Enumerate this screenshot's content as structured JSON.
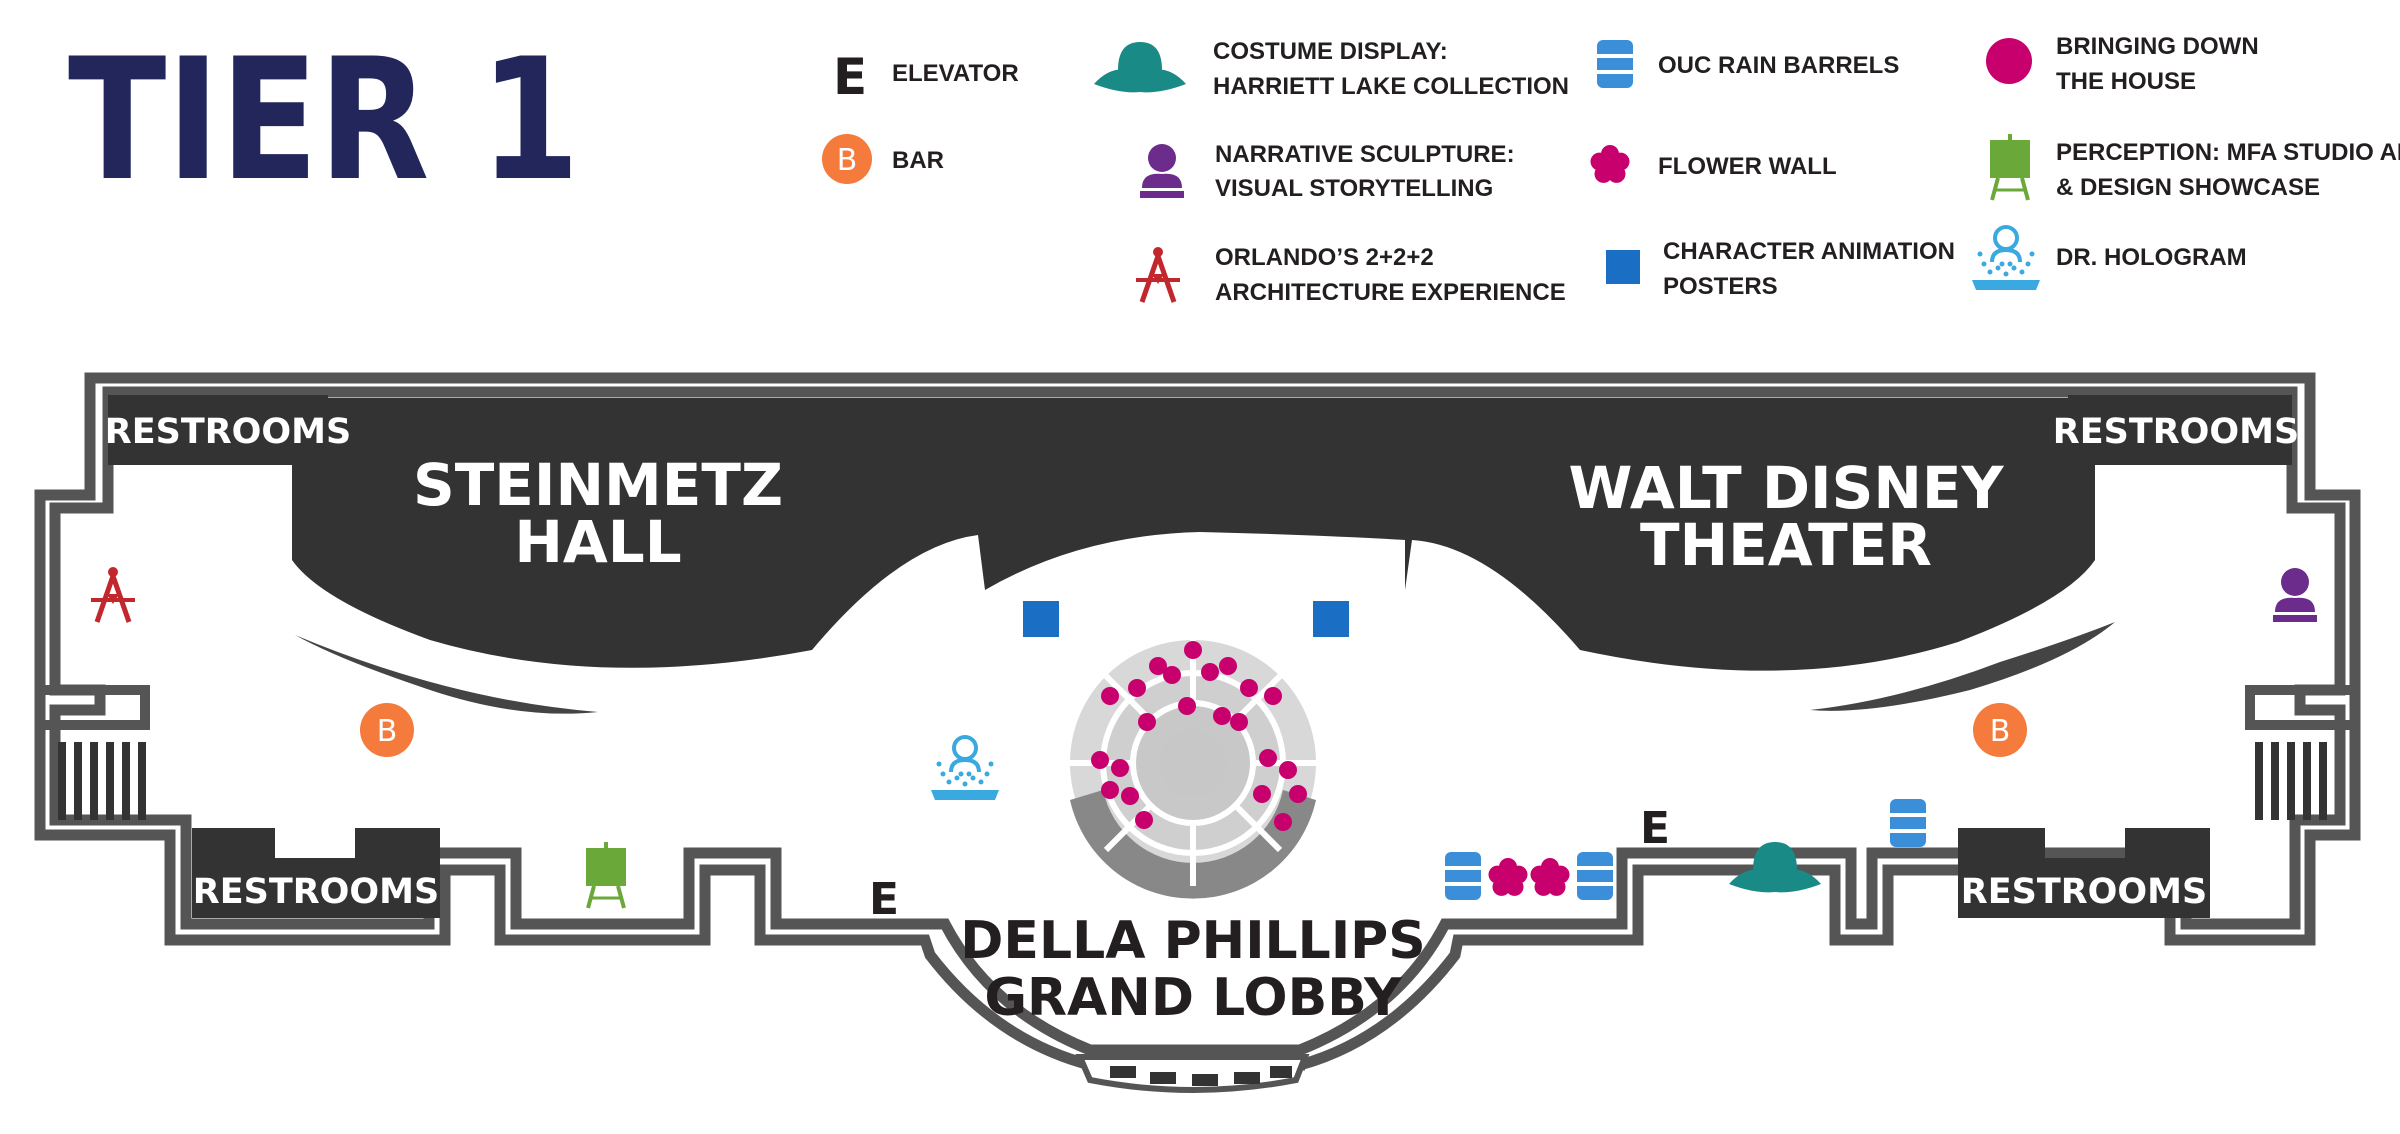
{
  "title": "TIER 1",
  "legend": {
    "elevator": {
      "symbol": "E",
      "label": "ELEVATOR"
    },
    "bar": {
      "symbol": "B",
      "label": "BAR"
    },
    "costume_display": {
      "line1": "COSTUME DISPLAY:",
      "line2": "HARRIETT LAKE COLLECTION"
    },
    "narrative_sculpture": {
      "line1": "NARRATIVE SCULPTURE:",
      "line2": "VISUAL STORYTELLING"
    },
    "architecture": {
      "line1": "ORLANDO’S 2+2+2",
      "line2": "ARCHITECTURE EXPERIENCE"
    },
    "rain_barrels": {
      "label": "OUC RAIN BARRELS"
    },
    "flower_wall": {
      "label": "FLOWER WALL"
    },
    "animation_posters": {
      "line1": "CHARACTER ANIMATION",
      "line2": "POSTERS"
    },
    "bringing_down": {
      "line1": "BRINGING DOWN",
      "line2": "THE HOUSE"
    },
    "perception": {
      "line1": "PERCEPTION: MFA STUDIO ART",
      "line2": "& DESIGN SHOWCASE"
    },
    "hologram": {
      "label": "DR. HOLOGRAM"
    }
  },
  "map": {
    "steinmetz": {
      "line1": "STEINMETZ",
      "line2": "HALL"
    },
    "walt_disney": {
      "line1": "WALT DISNEY",
      "line2": "THEATER"
    },
    "restrooms_top_left": "RESTROOMS",
    "restrooms_top_right": "RESTROOMS",
    "restrooms_bottom_left": "RESTROOMS",
    "restrooms_bottom_right": "RESTROOMS",
    "lobby": {
      "line1": "DELLA PHILLIPS",
      "line2": "GRAND LOBBY"
    },
    "elevator_label": "E",
    "bar_label": "B"
  },
  "colors": {
    "title": "#22265a",
    "wall": "#555555",
    "hall": "#333333",
    "bar": "#f47b3c",
    "teal": "#1a8a86",
    "purple": "#6b2c8c",
    "red": "#c1272d",
    "blue_barrel": "#3b8fd9",
    "magenta": "#c8006e",
    "green": "#6aa83a",
    "hologram": "#39a9e0",
    "poster_blue": "#1a6fc4"
  },
  "icons": [
    "elevator-icon",
    "bar-icon",
    "hat-icon",
    "bust-icon",
    "compass-icon",
    "barrel-icon",
    "flower-icon",
    "poster-icon",
    "dot-icon",
    "easel-icon",
    "hologram-icon"
  ]
}
